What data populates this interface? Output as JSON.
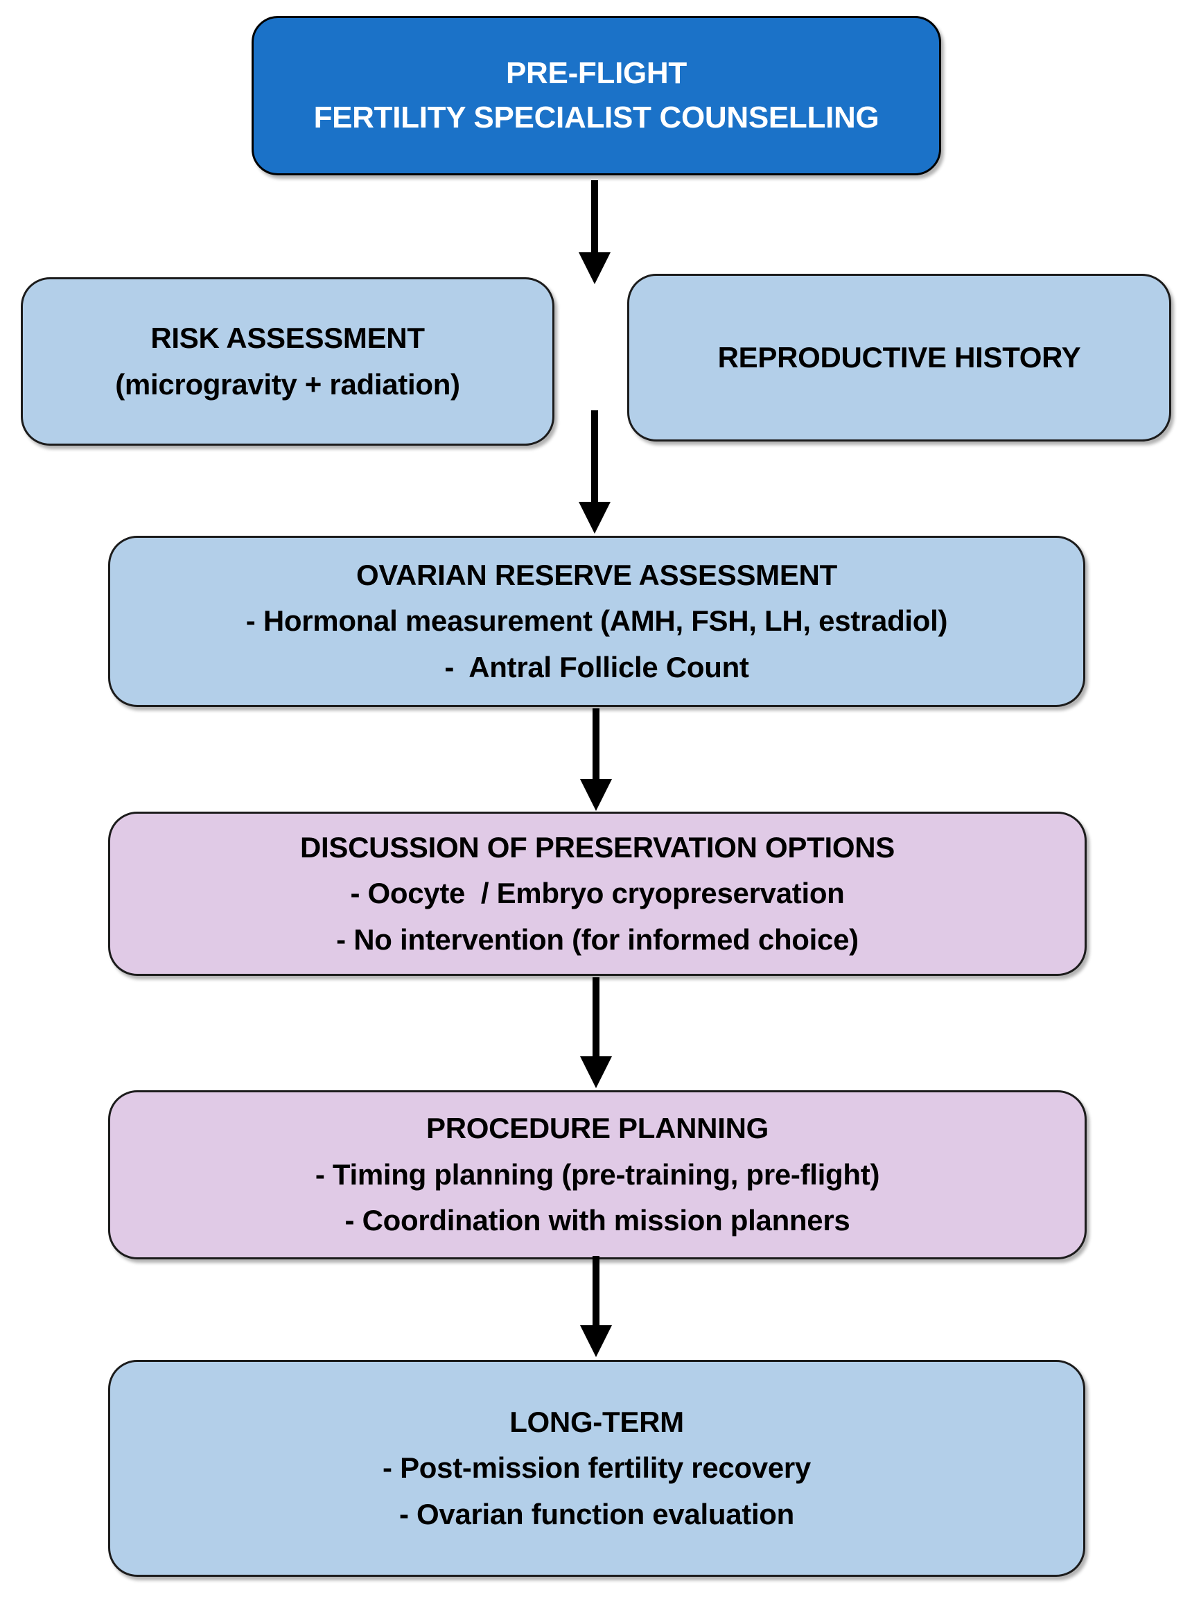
{
  "diagram": {
    "colors": {
      "header_blue": "#1B72C8",
      "light_blue": "#B3CFE9",
      "lavender": "#E0CAE6",
      "border": "#1c1c1c",
      "arrow": "#000000",
      "text_dark": "#000000",
      "text_light": "#ffffff",
      "background": "#ffffff"
    },
    "nodes": [
      {
        "id": "pre-flight-counselling",
        "lines": [
          "PRE-FLIGHT",
          "FERTILITY SPECIALIST COUNSELLING"
        ]
      },
      {
        "id": "risk-assessment",
        "lines": [
          "RISK ASSESSMENT",
          "(microgravity + radiation)"
        ]
      },
      {
        "id": "reproductive-history",
        "lines": [
          "REPRODUCTIVE HISTORY"
        ]
      },
      {
        "id": "ovarian-reserve-assessment",
        "lines": [
          "OVARIAN RESERVE ASSESSMENT",
          "- Hormonal measurement (AMH, FSH, LH, estradiol)",
          "-  Antral Follicle Count"
        ]
      },
      {
        "id": "preservation-options",
        "lines": [
          "DISCUSSION OF PRESERVATION OPTIONS",
          "- Oocyte  / Embryo cryopreservation",
          "- No intervention (for informed choice)"
        ]
      },
      {
        "id": "procedure-planning",
        "lines": [
          "PROCEDURE PLANNING",
          "- Timing planning (pre-training, pre-flight)",
          "- Coordination with mission planners"
        ]
      },
      {
        "id": "long-term",
        "lines": [
          "LONG-TERM",
          "- Post-mission fertility recovery",
          "- Ovarian function evaluation"
        ]
      }
    ]
  }
}
